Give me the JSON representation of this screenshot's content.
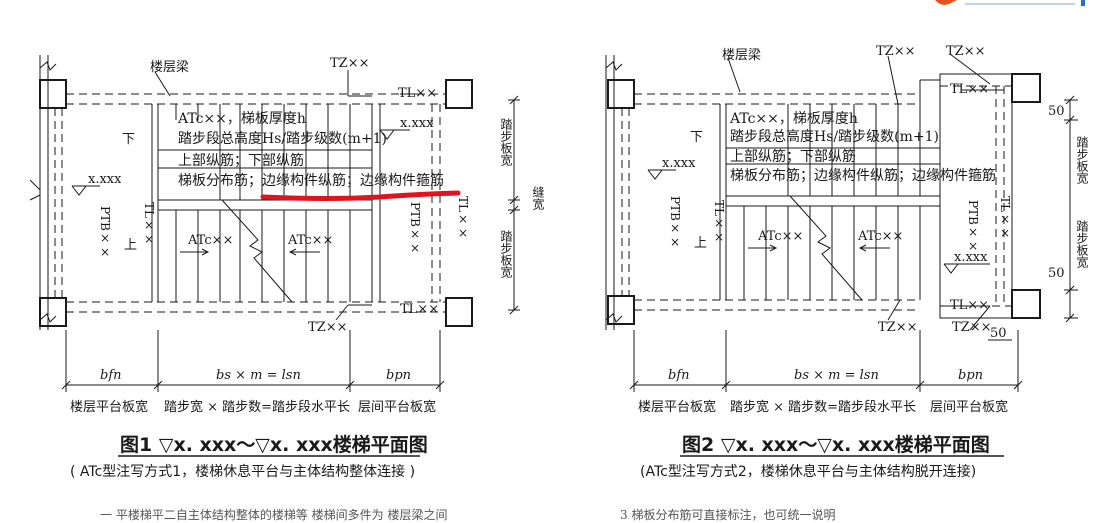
{
  "figure1": {
    "beam_label": "楼层梁",
    "tz_top": "TZ××",
    "tl_top": "TL××",
    "note_line1": "ATc××，梯板厚度h",
    "note_line2": "踏步段总高度Hs/踏步级数(m+1)",
    "note_line3": "上部纵筋；下部纵筋",
    "note_line4": "梯板分布筋；边缘构件纵筋；边缘构件箍筋",
    "elev_mark_left": "x.xxx",
    "elev_mark_right": "x.xxx",
    "down_label": "下",
    "up_label": "上",
    "ptb_left": "PTB××",
    "tl_left": "TL××",
    "ptb_right": "PTB××",
    "tl_right": "TL××",
    "atc_left": "ATc××",
    "atc_right": "ATc××",
    "tz_bottom": "TZ××",
    "tl_bottom": "TL××",
    "dim_tread_width": "踏步板宽",
    "dim_gap": "缝宽",
    "dim_tread_width2": "踏步板宽",
    "dim_bfn": "bfn",
    "dim_mid": "bs × m = lsn",
    "dim_bpn": "bpn",
    "label_floor_platform": "楼层平台板宽",
    "label_steps": "踏步宽 × 踏步数=踏步段水平长",
    "label_mid_platform": "层间平台板宽",
    "caption_title": "图1 ▽x. xxx～▽x. xxx楼梯平面图",
    "caption_sub": "( ATc型注写方式1，楼梯休息平台与主体结构整体连接 )"
  },
  "figure2": {
    "beam_label": "楼层梁",
    "tz_top_left": "TZ××",
    "tz_top_right": "TZ××",
    "tl_top": "TL××",
    "note_line1": "ATc××，梯板厚度h",
    "note_line2": "踏步段总高度Hs/踏步级数(m+1)",
    "note_line3": "上部纵筋；下部纵筋",
    "note_line4": "梯板分布筋；边缘构件纵筋；边缘构件箍筋",
    "elev_mark_left": "x.xxx",
    "elev_mark_right": "x.xxx",
    "down_label": "下",
    "up_label": "上",
    "ptb_left": "PTB××",
    "tl_left": "TL××",
    "ptb_right": "PTB××",
    "tl_right": "TL××",
    "atc_left": "ATc××",
    "atc_right": "ATc××",
    "tz_bottom_left": "TZ××",
    "tz_bottom_right": "TZ××",
    "tl_bottom": "TL××",
    "dim_50_top": "50",
    "dim_50_bottom": "50",
    "dim_50_side": "50",
    "dim_tread_width": "踏步板宽",
    "dim_tread_width2": "踏步板宽",
    "dim_bfn": "bfn",
    "dim_mid": "bs × m = lsn",
    "dim_bpn": "bpn",
    "label_floor_platform": "楼层平台板宽",
    "label_steps": "踏步宽 × 踏步数=踏步段水平长",
    "label_mid_platform": "层间平台板宽",
    "caption_title": "图2 ▽x. xxx～▽x. xxx楼梯平面图",
    "caption_sub": "(ATc型注写方式2，楼梯休息平台与主体结构脱开连接)"
  },
  "footer": {
    "fragment_left": "一 平楼梯平二自主体结构整体的楼梯等 楼梯间多件为 楼层梁之间",
    "fragment_right": "3 梯板分布筋可直接标注，也可统一说明"
  },
  "colors": {
    "ink": "#1a1a1a",
    "highlight_stroke": "#e0141e",
    "logo_accent": "#e8501e"
  }
}
